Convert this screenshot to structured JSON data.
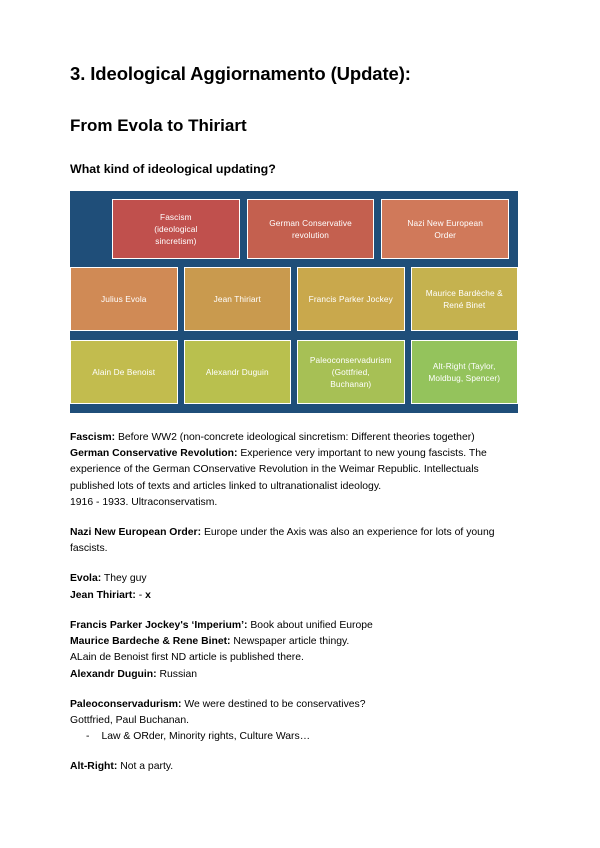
{
  "document": {
    "title": "3. Ideological Aggiornamento (Update):",
    "subtitle": "From Evola to Thiriart",
    "question": "What kind of ideological updating?"
  },
  "diagram": {
    "background_color": "#1f4e79",
    "border_color": "#ffffff",
    "rows": [
      {
        "name": "movements-row",
        "nodes": [
          {
            "label": "Fascism (ideological sincretism)",
            "lines": [
              "Fascism",
              "(ideological",
              "sincretism)"
            ],
            "color": "#c0504d"
          },
          {
            "label": "German Conservative revolution",
            "lines": [
              "German Conservative",
              "revolution"
            ],
            "color": "#c4604f"
          },
          {
            "label": "Nazi New European Order",
            "lines": [
              "Nazi New European",
              "Order"
            ],
            "color": "#d0795a"
          }
        ]
      },
      {
        "name": "thinkers-row",
        "nodes": [
          {
            "label": "Julius Evola",
            "lines": [
              "Julius Evola"
            ],
            "color": "#d08a55"
          },
          {
            "label": "Jean Thiriart",
            "lines": [
              "Jean Thiriart"
            ],
            "color": "#c99a4e"
          },
          {
            "label": "Francis Parker Jockey",
            "lines": [
              "Francis Parker Jockey"
            ],
            "color": "#c9a84c"
          },
          {
            "label": "Maurice Bardèche & René Binet",
            "lines": [
              "Maurice Bardèche &",
              "René Binet"
            ],
            "color": "#c5b24f"
          }
        ]
      },
      {
        "name": "successors-row",
        "nodes": [
          {
            "label": "Alain De Benoist",
            "lines": [
              "Alain De Benoist"
            ],
            "color": "#c2bc4e"
          },
          {
            "label": "Alexandr Duguin",
            "lines": [
              "Alexandr Duguin"
            ],
            "color": "#b9c04e"
          },
          {
            "label": "Paleoconservadurism (Gottfried, Buchanan)",
            "lines": [
              "Paleoconservadurism",
              "(Gottfried,",
              "Buchanan)"
            ],
            "color": "#a7c055"
          },
          {
            "label": "Alt-Right (Taylor, Moldbug, Spencer)",
            "lines": [
              "Alt-Right (Taylor,",
              "Moldbug, Spencer)"
            ],
            "color": "#94c35c"
          }
        ]
      }
    ]
  },
  "notes": {
    "fascism": {
      "term": "Fascism:",
      "text": " Before WW2 (non-concrete ideological sincretism: Different theories together)"
    },
    "german_conservative_revolution": {
      "term": "German Conservative Revolution:",
      "text": " Experience very important to new young fascists. The experience of the German COnservative Revolution in the Weimar Republic. Intellectuals published lots of texts and articles linked to ultranationalist ideology."
    },
    "german_conservative_revolution_dates": "1916 - 1933. Ultraconservatism.",
    "nazi_new_european_order": {
      "term": "Nazi New European Order:",
      "text": " Europe under the Axis was also an experience for lots of young fascists."
    },
    "evola": {
      "term": "Evola:",
      "text": " They guy"
    },
    "jean_thiriart": {
      "term": "Jean Thiriart:",
      "text": " - ",
      "suffix": "x"
    },
    "francis_parker_jockey": {
      "term": "Francis Parker Jockey's ‘Imperium’:",
      "text": " Book about unified Europe"
    },
    "maurice_bardeche_rene_binet": {
      "term": "Maurice Bardeche & Rene Binet:",
      "text": " Newspaper article thingy."
    },
    "alain_de_benoist": "ALain de Benoist first ND article is published there.",
    "alexandr_duguin": {
      "term": "Alexandr Duguin:",
      "text": " Russian"
    },
    "paleoconservadurism": {
      "term": "Paleoconservadurism:",
      "text": " We were destined to be conservatives?"
    },
    "paleoconservadurism_people": "Gottfried, Paul Buchanan.",
    "paleoconservadurism_bullet": {
      "dash": "-",
      "text": "Law & ORder, Minority rights, Culture Wars…"
    },
    "alt_right": {
      "term": "Alt-Right:",
      "text": " Not a party."
    }
  }
}
